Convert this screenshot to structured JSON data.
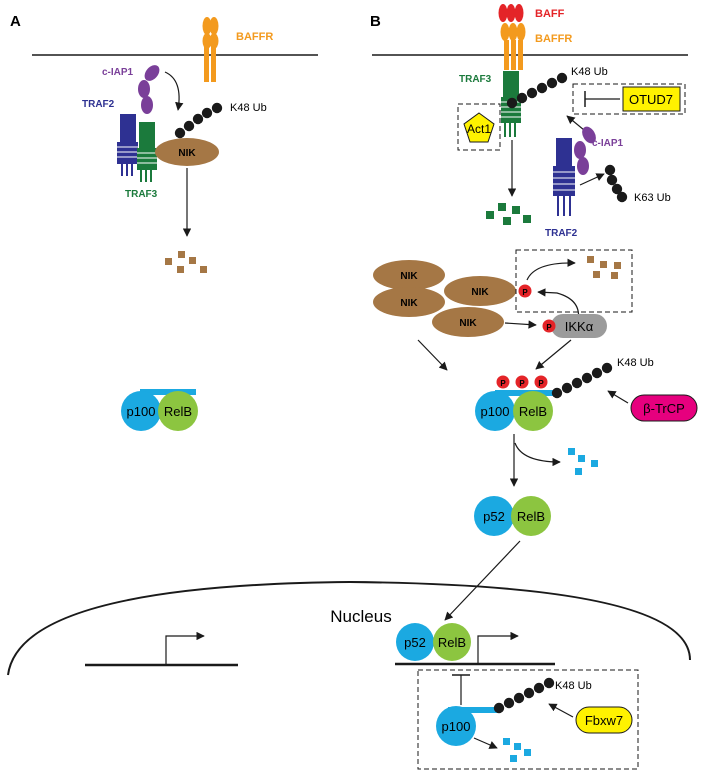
{
  "panels": {
    "a": "A",
    "b": "B"
  },
  "colors": {
    "traf2": "#2e3192",
    "traf3": "#1b7a3c",
    "ciap1": "#7a3f99",
    "baffr": "#f39a1e",
    "baff": "#e42428",
    "nik": "#a57745",
    "p100": "#1ba9e1",
    "relb": "#8cc540",
    "degradation_brown": "#a57745",
    "degradation_green": "#1b7a3c",
    "degradation_blue": "#1ba9e1",
    "phospho": "#e42428",
    "ikka": "#9b9b9b",
    "btrcp": "#e6007e",
    "regulator_yellow": "#fff200",
    "ubiquitin": "#1a1a1a"
  },
  "labels": {
    "baffr_a": "BAFFR",
    "baffr_b": "BAFFR",
    "baff": "BAFF",
    "ciap1_a": "c-IAP1",
    "ciap1_b": "c-IAP1",
    "traf2_a": "TRAF2",
    "traf2_b": "TRAF2",
    "traf3_a": "TRAF3",
    "traf3_b": "TRAF3",
    "k48_a": "K48 Ub",
    "k48_b1": "K48 Ub",
    "k48_b2": "K48 Ub",
    "k48_b3": "K48 Ub",
    "k63": "K63 Ub",
    "nik_a": "NIK",
    "nik_b1": "NIK",
    "nik_b2": "NIK",
    "nik_b3": "NIK",
    "nik_b4": "NIK",
    "otud7": "OTUD7",
    "act1": "Act1",
    "ikka": "IKKα",
    "btrcp": "β-TrCP",
    "fbxw7": "Fbxw7",
    "p100_a": "p100",
    "relb_a": "RelB",
    "p100_b": "p100",
    "relb_b": "RelB",
    "p52_b": "p52",
    "relb_b2": "RelB",
    "p52_nuc": "p52",
    "relb_nuc": "RelB",
    "p100_nuc": "p100",
    "nucleus": "Nucleus",
    "phospho": "P"
  }
}
